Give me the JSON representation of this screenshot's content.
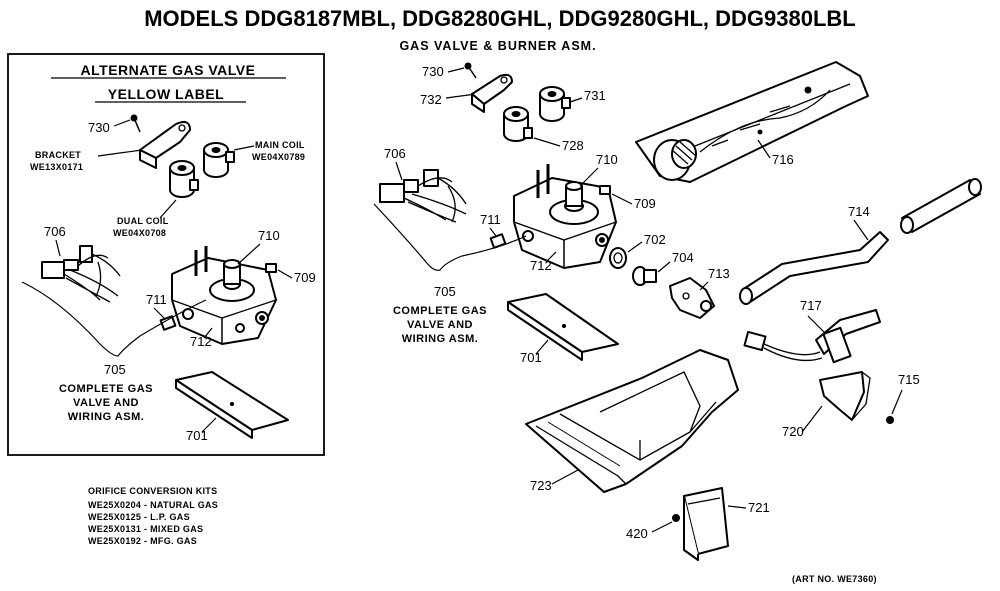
{
  "header": {
    "title": "MODELS DDG8187MBL, DDG8280GHL, DDG9280GHL, DDG9380LBL",
    "subtitle": "GAS VALVE & BURNER ASM."
  },
  "inset": {
    "title_line1": "ALTERNATE GAS VALVE",
    "title_line2": "YELLOW LABEL",
    "bracket_label": "BRACKET",
    "bracket_part": "WE13X0171",
    "main_coil_label": "MAIN COIL",
    "main_coil_part": "WE04X0789",
    "dual_coil_label": "DUAL COIL",
    "dual_coil_part": "WE04X0708",
    "complete_line1": "COMPLETE GAS",
    "complete_line2": "VALVE AND",
    "complete_line3": "WIRING ASM.",
    "callouts": {
      "c730": "730",
      "c706": "706",
      "c710": "710",
      "c709": "709",
      "c711": "711",
      "c712": "712",
      "c705": "705",
      "c701": "701"
    }
  },
  "orifice": {
    "heading": "ORIFICE CONVERSION KITS",
    "kits": [
      "WE25X0204 - NATURAL GAS",
      "WE25X0125 - L.P. GAS",
      "WE25X0131 - MIXED GAS",
      "WE25X0192 - MFG. GAS"
    ]
  },
  "main": {
    "complete_line1": "COMPLETE GAS",
    "complete_line2": "VALVE AND",
    "complete_line3": "WIRING ASM.",
    "callouts": {
      "c730": "730",
      "c732": "732",
      "c731": "731",
      "c728": "728",
      "c706": "706",
      "c710": "710",
      "c709": "709",
      "c711": "711",
      "c712": "712",
      "c702": "702",
      "c704": "704",
      "c713": "713",
      "c705": "705",
      "c701": "701",
      "c716": "716",
      "c714": "714",
      "c717": "717",
      "c715": "715",
      "c720": "720",
      "c723": "723",
      "c721": "721",
      "c420": "420"
    }
  },
  "footer": {
    "art_no": "(ART NO. WE7360)"
  }
}
